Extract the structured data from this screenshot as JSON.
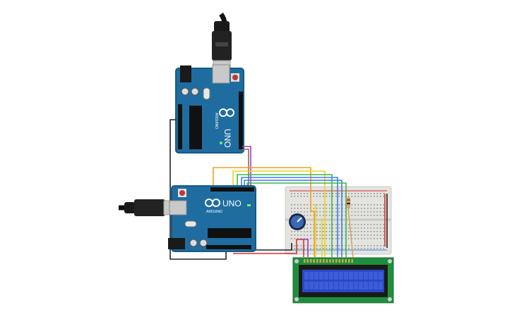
{
  "boards": {
    "top": {
      "model": "UNO",
      "brand": "ARDUINO"
    },
    "bottom": {
      "model": "UNO",
      "brand": "ARDUINO"
    }
  },
  "colors": {
    "board": "#1f6da0",
    "board_edge": "#155a86",
    "breadboard": "#e3e3e0",
    "lcd_pcb": "#1f8e3c",
    "lcd_screen": "#2a49c6",
    "wire_orange": "#f0a01e",
    "wire_yellow": "#e8d41c",
    "wire_green": "#3cb84a",
    "wire_blue": "#3a7ee0",
    "wire_purple": "#a040c0",
    "wire_red": "#d83030",
    "wire_black": "#222222"
  }
}
